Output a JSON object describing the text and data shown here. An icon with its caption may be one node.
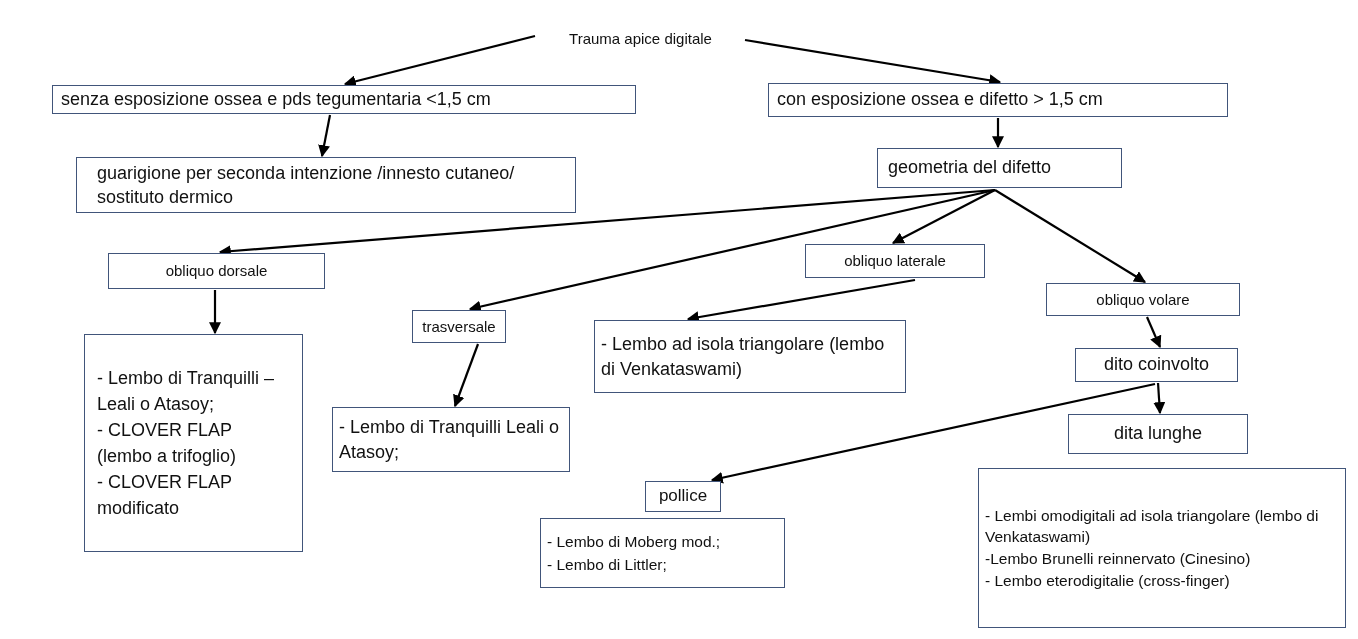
{
  "diagram": {
    "nodes": [
      {
        "text": [
          "Trauma apice digitale"
        ]
      },
      {
        "text": [
          "senza esposizione ossea e pds tegumentaria <1,5 cm"
        ]
      },
      {
        "text": [
          "con esposizione ossea e difetto > 1,5 cm"
        ]
      },
      {
        "text": [
          "guarigione per seconda intenzione /innesto cutaneo/ sostituto dermico"
        ]
      },
      {
        "text": [
          "geometria del difetto"
        ]
      },
      {
        "text": [
          "obliquo dorsale"
        ]
      },
      {
        "text": [
          "obliquo laterale"
        ]
      },
      {
        "text": [
          "trasversale"
        ]
      },
      {
        "text": [
          "obliquo volare"
        ]
      },
      {
        "text": [
          "- Lembo ad isola triangolare (lembo di Venkataswami)"
        ]
      },
      {
        "text": [
          "dito coinvolto"
        ]
      },
      {
        "text": [
          "- Lembo di Tranquilli – Leali o Atasoy;",
          "- CLOVER FLAP (lembo a trifoglio)",
          "- CLOVER FLAP modificato"
        ]
      },
      {
        "text": [
          "- Lembo di Tranquilli Leali o Atasoy;"
        ]
      },
      {
        "text": [
          "dita lunghe"
        ]
      },
      {
        "text": [
          "pollice"
        ]
      },
      {
        "text": [
          "- Lembo di Moberg mod.;",
          "- Lembo di Littler;"
        ]
      },
      {
        "text": [
          "- Lembi omodigitali ad isola triangolare (lembo di Venkataswami)",
          "-Lembo Brunelli reinnervato (Cinesino)",
          "- Lembo eterodigitalie (cross-finger)"
        ]
      }
    ],
    "edges": [
      {
        "from": 0,
        "to": 1,
        "arrow": "to"
      },
      {
        "from": 0,
        "to": 2,
        "arrow": "to"
      },
      {
        "from": 1,
        "to": 3,
        "arrow": "to"
      },
      {
        "from": 2,
        "to": 4,
        "arrow": "to"
      },
      {
        "from": 4,
        "to": 5,
        "arrow": "to"
      },
      {
        "from": 4,
        "to": 6,
        "arrow": "to"
      },
      {
        "from": 4,
        "to": 7,
        "arrow": "to"
      },
      {
        "from": 4,
        "to": 8,
        "arrow": "to"
      },
      {
        "from": 5,
        "to": 11,
        "arrow": "to"
      },
      {
        "from": 6,
        "to": 9,
        "arrow": "to"
      },
      {
        "from": 7,
        "to": 12,
        "arrow": "to"
      },
      {
        "from": 8,
        "to": 10,
        "arrow": "to"
      },
      {
        "from": 10,
        "to": 13,
        "arrow": "to"
      },
      {
        "from": 10,
        "to": 14,
        "arrow": "to"
      }
    ]
  }
}
